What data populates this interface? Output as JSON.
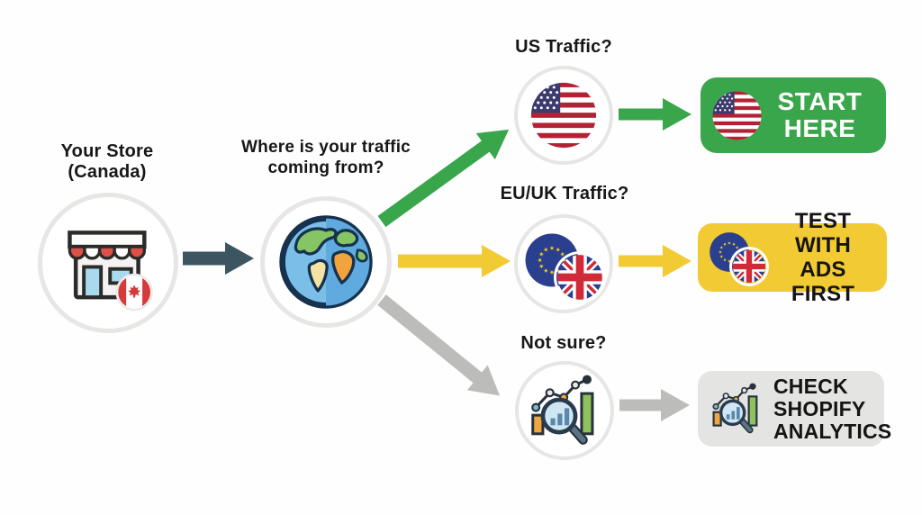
{
  "title": "Store traffic decision flowchart",
  "colors": {
    "green": "#3aa64c",
    "yellow": "#f2ca33",
    "slate_arrow": "#3d5560",
    "gray_arrow": "#bcbcba",
    "gray_panel": "#e4e4e2",
    "circle_border": "#e6e6e4",
    "text_dark": "#171719",
    "white": "#ffffff"
  },
  "store": {
    "label_line1": "Your Store",
    "label_line2": "(Canada)",
    "icon": "storefront-with-canada-flag"
  },
  "question": {
    "line1": "Where is your traffic",
    "line2": "coming from?",
    "icon": "globe"
  },
  "branches": [
    {
      "id": "us",
      "label": "US Traffic?",
      "icon": "us-flag",
      "result": {
        "lines": [
          "START",
          "HERE"
        ],
        "color": "green"
      }
    },
    {
      "id": "eu-uk",
      "label": "EU/UK Traffic?",
      "icon": "eu-and-uk-flags",
      "result": {
        "lines": [
          "TEST WITH",
          "ADS FIRST"
        ],
        "color": "yellow"
      }
    },
    {
      "id": "not-sure",
      "label": "Not sure?",
      "icon": "analytics-magnifier",
      "result": {
        "lines": [
          "CHECK",
          "SHOPIFY",
          "ANALYTICS"
        ],
        "color": "gray"
      }
    }
  ]
}
